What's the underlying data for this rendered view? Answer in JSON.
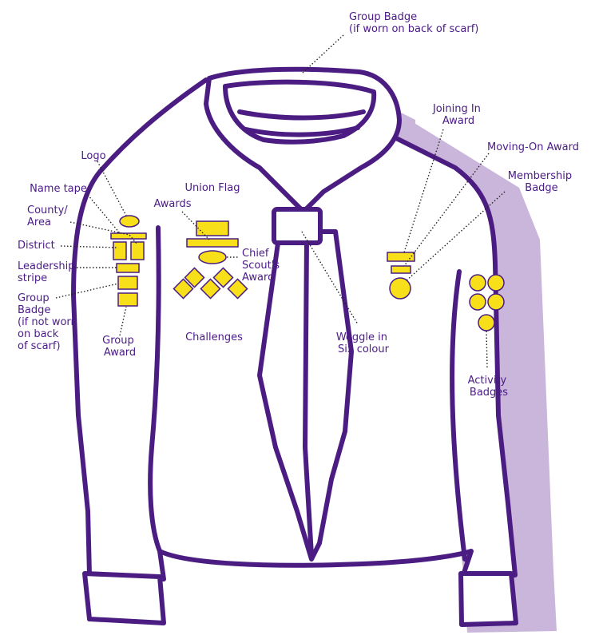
{
  "colors": {
    "outline": "#4b1d82",
    "badge": "#f7e01a",
    "shadow": "#c9b6da",
    "label": "#4a1a88"
  },
  "labels": {
    "group_badge_back": [
      "Group Badge",
      "(if worn on back of scarf)"
    ],
    "joining_in": [
      "Joining In",
      "Award"
    ],
    "moving_on": [
      "Moving-On Award"
    ],
    "membership": [
      "Membership",
      "Badge"
    ],
    "logo": [
      "Logo"
    ],
    "name_tape": [
      "Name tape"
    ],
    "county": [
      "County/",
      "Area"
    ],
    "district": [
      "District"
    ],
    "leadership": [
      "Leadership",
      "stripe"
    ],
    "group_badge_front": [
      "Group",
      "Badge",
      "(if not worn",
      "on back",
      "of scarf)"
    ],
    "group_award": [
      "Group",
      "Award"
    ],
    "union_flag": [
      "Union Flag"
    ],
    "awards": [
      "Awards"
    ],
    "chief_scout": [
      "Chief",
      "Scout's",
      "Award"
    ],
    "challenges": [
      "Challenges"
    ],
    "woggle": [
      "Woggle in",
      "Six colour"
    ],
    "activity": [
      "Activity",
      "Badges"
    ]
  }
}
